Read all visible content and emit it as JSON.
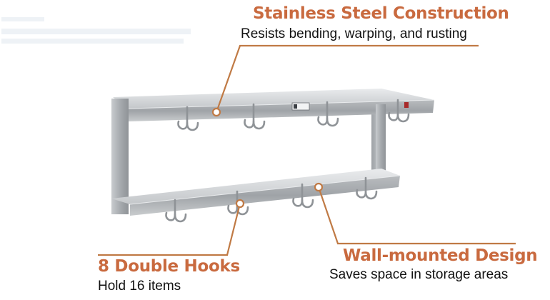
{
  "callouts": {
    "stainless": {
      "title": "Stainless Steel Construction",
      "subtitle": "Resists bending, warping, and rusting"
    },
    "hooks": {
      "title": "8 Double Hooks",
      "subtitle": "Hold 16 items"
    },
    "wall": {
      "title": "Wall-mounted Design",
      "subtitle": "Saves space in storage areas"
    }
  },
  "colors": {
    "accent": "#c96a3f",
    "leader_line": "#c07a45",
    "steel": "#b7babd",
    "text": "#111111"
  },
  "icons": {
    "rack": "pot-rack-illustration",
    "pointer_dot": "pointer-dot-icon"
  }
}
